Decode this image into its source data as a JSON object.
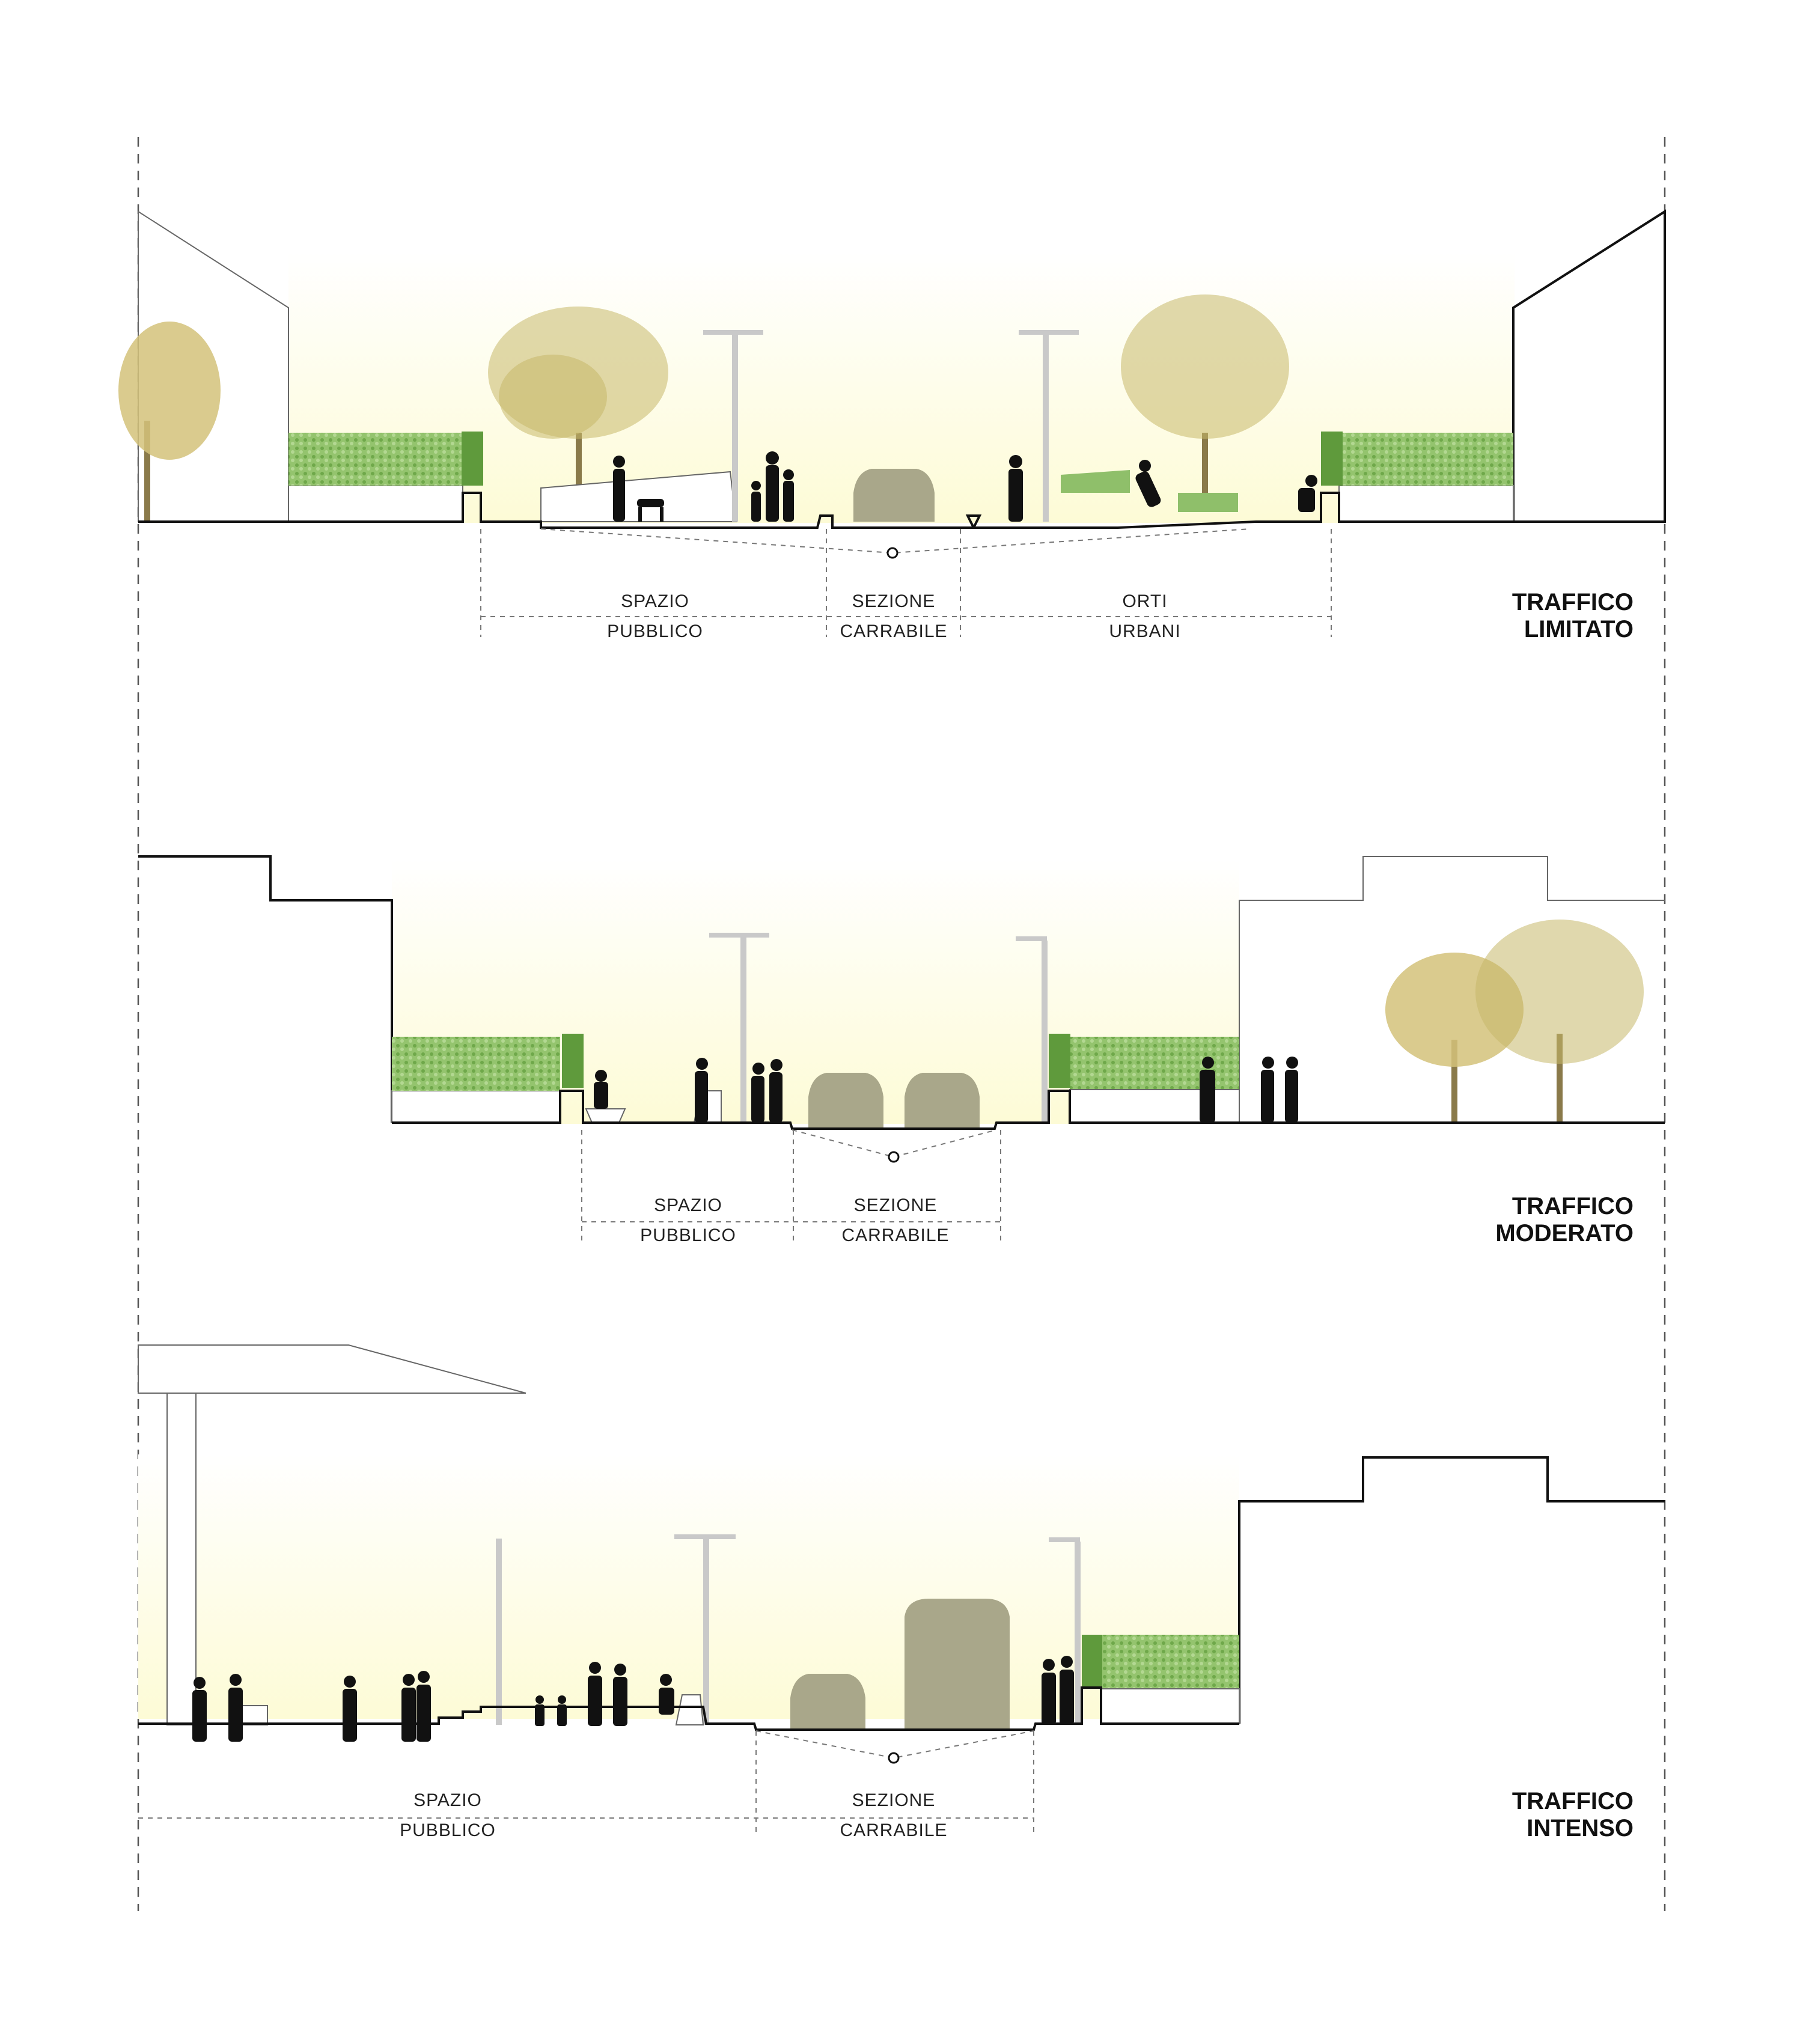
{
  "sections": [
    {
      "title_line1": "TRAFFICO",
      "title_line2": "LIMITATO",
      "zones": [
        {
          "line1": "SPAZIO",
          "line2": "PUBBLICO"
        },
        {
          "line1": "SEZIONE",
          "line2": "CARRABILE"
        },
        {
          "line1": "ORTI",
          "line2": "URBANI"
        }
      ]
    },
    {
      "title_line1": "TRAFFICO",
      "title_line2": "MODERATO",
      "zones": [
        {
          "line1": "SPAZIO",
          "line2": "PUBBLICO"
        },
        {
          "line1": "SEZIONE",
          "line2": "CARRABILE"
        }
      ]
    },
    {
      "title_line1": "TRAFFICO",
      "title_line2": "INTENSO",
      "zones": [
        {
          "line1": "SPAZIO",
          "line2": "PUBBLICO"
        },
        {
          "line1": "SEZIONE",
          "line2": "CARRABILE"
        }
      ]
    }
  ],
  "colors": {
    "sky_top": "#ffffff",
    "sky_bottom": "#fdfbd6",
    "hedge": "#8fbf6a",
    "vehicle": "#a9a78a",
    "tree": "#d4c27a",
    "silhouette": "#111111"
  }
}
